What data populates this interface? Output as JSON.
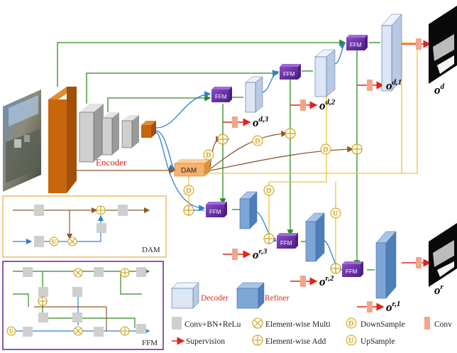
{
  "encoder": {
    "label": "Encoder"
  },
  "dam_box": {
    "label": "DAM"
  },
  "ffm_badges": [
    "FFM",
    "FFM",
    "FFM",
    "FFM",
    "FFM",
    "FFM"
  ],
  "sample_symbols": {
    "down": "D",
    "up": "U"
  },
  "outputs": {
    "d3": {
      "base": "o",
      "sup": "d,3"
    },
    "d2": {
      "base": "o",
      "sup": "d,2"
    },
    "d1": {
      "base": "o",
      "sup": "d,1"
    },
    "d": {
      "base": "o",
      "sup": "d"
    },
    "r3": {
      "base": "o",
      "sup": "r,3"
    },
    "r2": {
      "base": "o",
      "sup": "r,2"
    },
    "r1": {
      "base": "o",
      "sup": "r,1"
    },
    "r": {
      "base": "o",
      "sup": "r"
    }
  },
  "insets": {
    "dam_title": "DAM",
    "ffm_title": "FFM"
  },
  "legend": {
    "decoder": "Decoder",
    "refiner": "Refiner",
    "conv_bn_relu": "Conv+BN+ReLu",
    "element_multi": "Element-wise Multi",
    "downsample": "DownSample",
    "conv": "Conv",
    "supervision": "Supervision",
    "element_add": "Element-wise Add",
    "upsample": "UpSample"
  },
  "colors": {
    "green": "#2e8b1f",
    "blue": "#2f7fd0",
    "brown": "#8b5a2b",
    "yellow": "#f2c230",
    "red": "#e0241b",
    "encoder_orange": "#c8660c",
    "ffm_purple": "#6b2ea6",
    "decoder_fill": "#dce6f4",
    "refiner_fill": "#7da6d6",
    "conv_pink": "#f2a58c",
    "dam_fill": "#f6b26b",
    "dam_border": "#f3b765",
    "ffm_border": "#7030a0"
  }
}
